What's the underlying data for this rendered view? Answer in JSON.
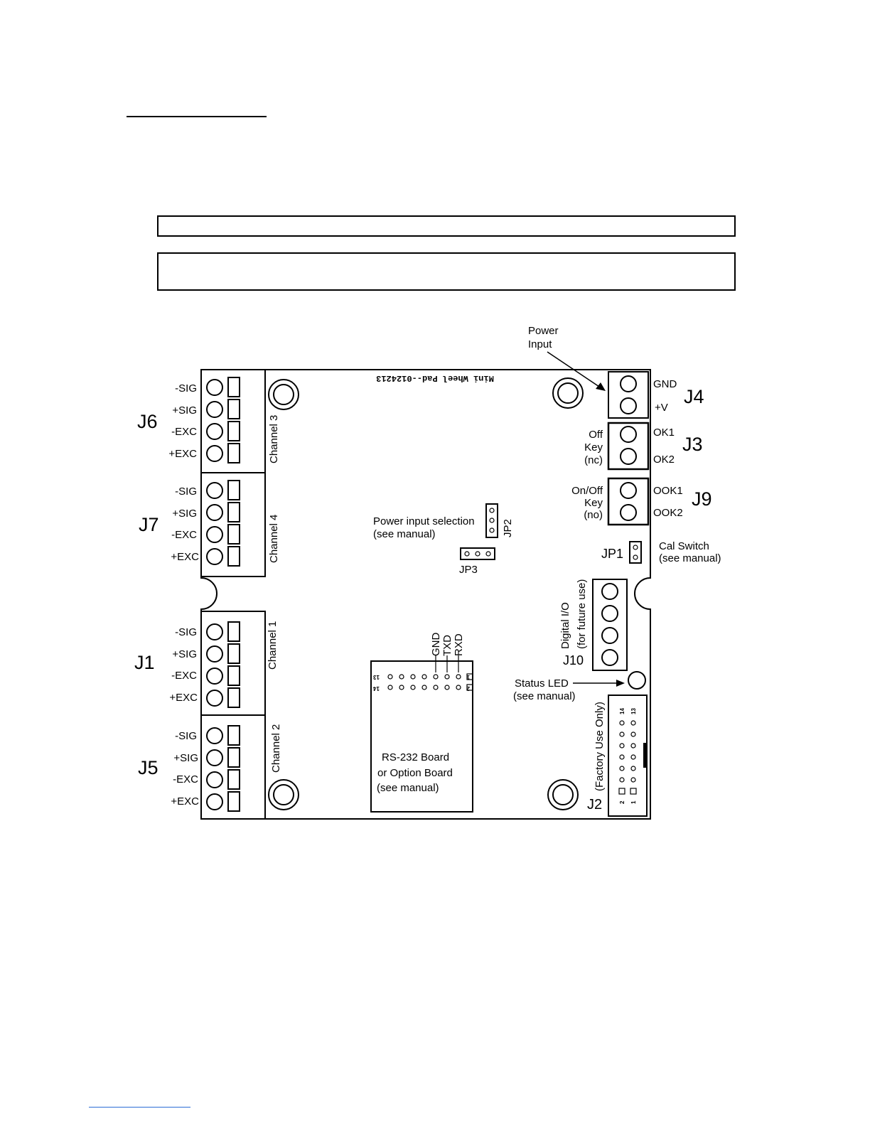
{
  "board_label": "Mini Wheel Pad--0124213",
  "connectors": {
    "J6": {
      "name": "J6",
      "channel": "Channel 3",
      "pins": [
        "-SIG",
        "+SIG",
        "-EXC",
        "+EXC"
      ]
    },
    "J7": {
      "name": "J7",
      "channel": "Channel 4",
      "pins": [
        "-SIG",
        "+SIG",
        "-EXC",
        "+EXC"
      ]
    },
    "J1": {
      "name": "J1",
      "channel": "Channel 1",
      "pins": [
        "-SIG",
        "+SIG",
        "-EXC",
        "+EXC"
      ]
    },
    "J5": {
      "name": "J5",
      "channel": "Channel 2",
      "pins": [
        "-SIG",
        "+SIG",
        "-EXC",
        "+EXC"
      ]
    },
    "J4": {
      "name": "J4",
      "pins": [
        "GND",
        "+V"
      ]
    },
    "J3": {
      "name": "J3",
      "pins": [
        "OK1",
        "OK2"
      ],
      "desc": [
        "Off",
        "Key",
        "(nc)"
      ]
    },
    "J9": {
      "name": "J9",
      "pins": [
        "OOK1",
        "OOK2"
      ],
      "desc": [
        "On/Off",
        "Key",
        "(no)"
      ]
    },
    "J10": {
      "name": "J10",
      "desc": [
        "Digital I/O",
        "(for future use)"
      ]
    },
    "J2": {
      "name": "J2",
      "desc": "(Factory Use Only)",
      "pin_numbers": [
        "14",
        "13",
        "2",
        "1"
      ]
    }
  },
  "jumpers": {
    "JP1": "JP1",
    "JP2": "JP2",
    "JP3": "JP3"
  },
  "callouts": {
    "power_input": [
      "Power",
      "Input"
    ],
    "power_selection": [
      "Power input selection",
      "(see manual)"
    ],
    "cal_switch": [
      "Cal Switch",
      "(see manual)"
    ],
    "status_led": [
      "Status LED",
      "(see manual)"
    ],
    "option_board": [
      "RS-232 Board",
      "or Option Board",
      "(see manual)"
    ],
    "serial_pins": [
      "GND",
      "TXD",
      "RXD"
    ],
    "header_numbers": [
      "13",
      "14",
      "1",
      "2"
    ]
  }
}
